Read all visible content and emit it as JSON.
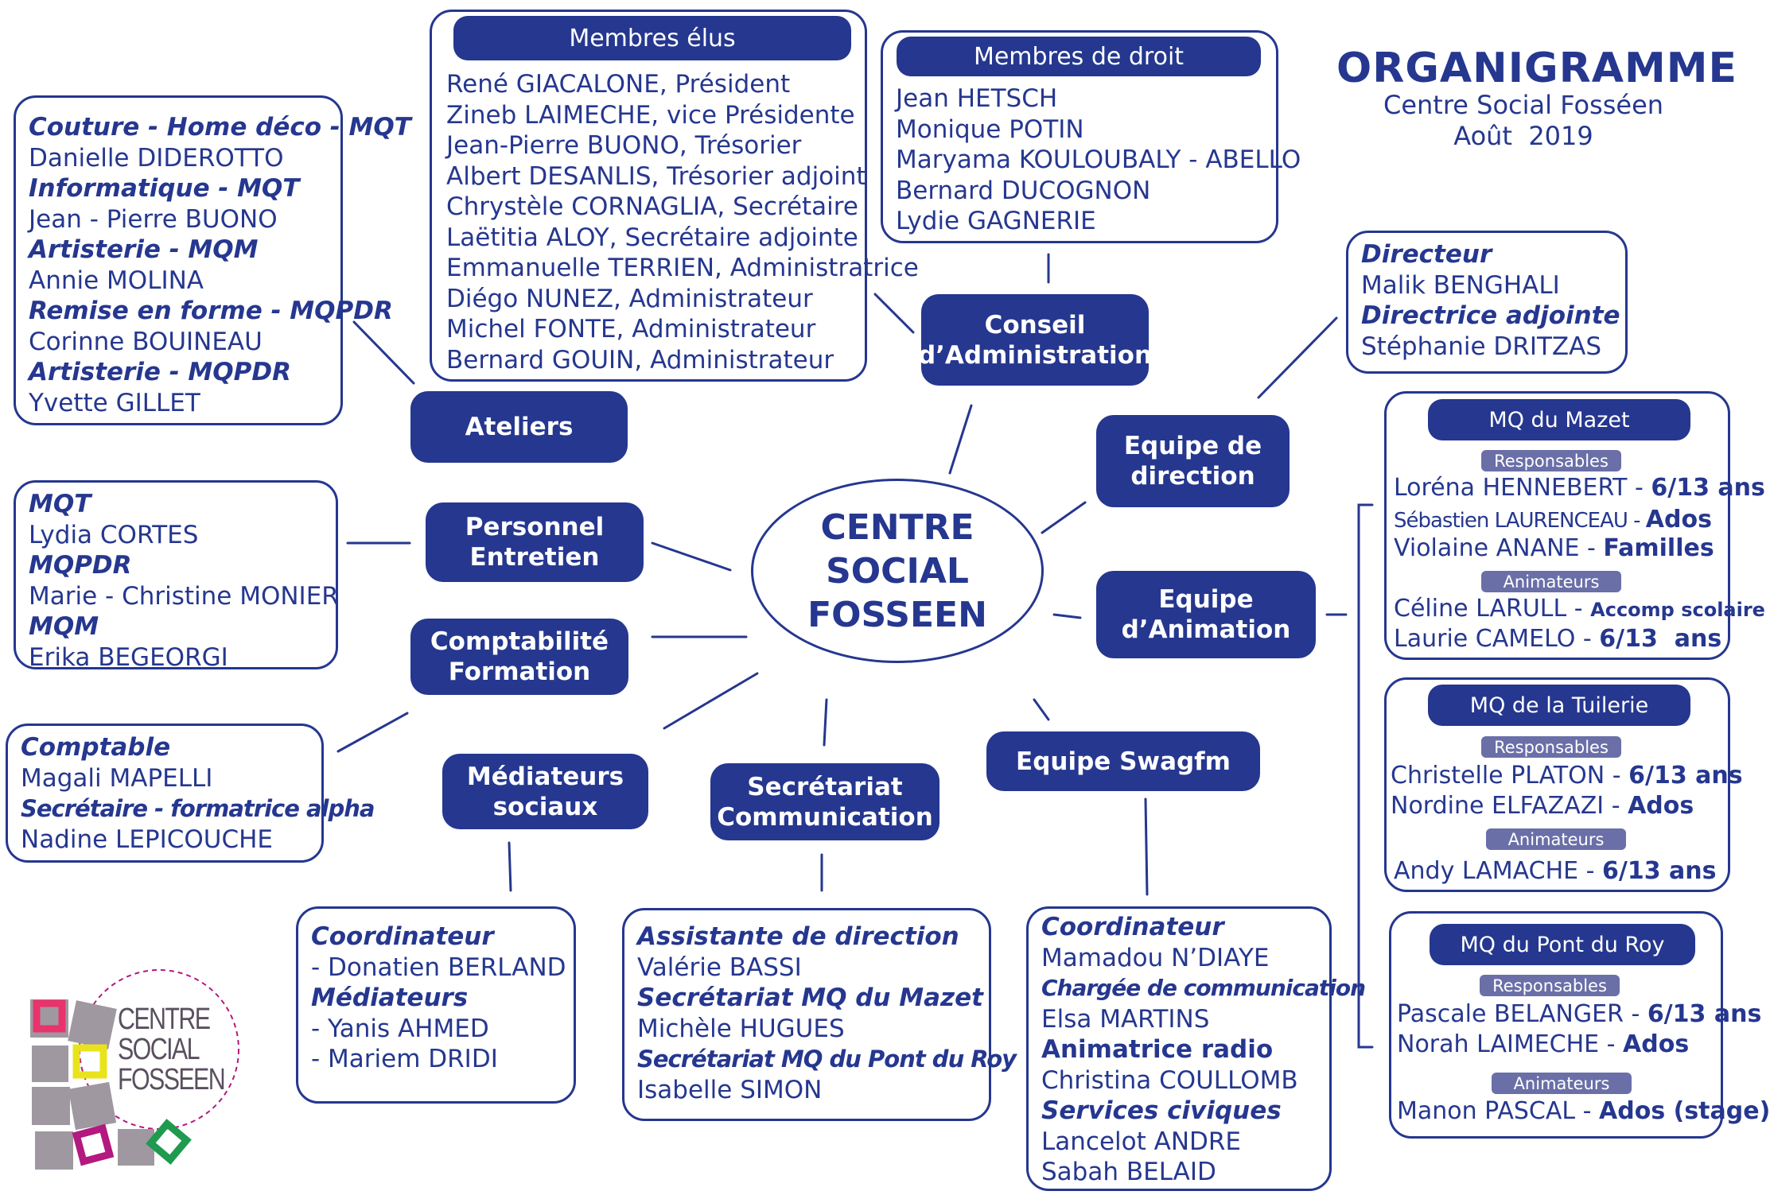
{
  "title": "ORGANIGRAMME",
  "subtitle": "Centre Social Fosséen",
  "date": "Août  2019",
  "center": [
    "CENTRE",
    "SOCIAL",
    "FOSSEEN"
  ],
  "hubs": {
    "conseil": "Conseil\nd’Administration",
    "ateliers": "Ateliers",
    "personnel": "Personnel\nEntretien",
    "comptabilite": "Comptabilité\nFormation",
    "mediateurs": "Médiateurs\nsociaux",
    "secretariat": "Secrétariat\nCommunication",
    "swag": "Equipe Swagfm",
    "animation": "Equipe\nd’Animation",
    "direction": "Equipe de\ndirection"
  },
  "membres_elus": {
    "header": "Membres élus",
    "lines": [
      "René GIACALONE, Président",
      "Zineb LAIMECHE, vice Présidente",
      "Jean-Pierre BUONO, Trésorier",
      "Albert DESANLIS, Trésorier adjoint",
      "Chrystèle CORNAGLIA, Secrétaire",
      "Laëtitia ALOY, Secrétaire adjointe",
      "Emmanuelle TERRIEN, Administratrice",
      "Diégo NUNEZ, Administrateur",
      "Michel FONTE, Administrateur",
      "Bernard GOUIN, Administrateur"
    ]
  },
  "membres_droit": {
    "header": "Membres de droit",
    "lines": [
      "Jean HETSCH",
      "Monique POTIN",
      "Maryama KOULOUBALY - ABELLO",
      "Bernard DUCOGNON",
      "Lydie GAGNERIE"
    ]
  },
  "ateliers_list": [
    "Couture - Home déco - MQT",
    "Danielle DIDEROTTO",
    "Informatique - MQT",
    "Jean - Pierre BUONO",
    "Artisterie - MQM",
    "Annie MOLINA",
    "Remise en forme - MQPDR",
    "Corinne BOUINEAU",
    "Artisterie - MQPDR",
    "Yvette GILLET"
  ],
  "entretien_list": [
    "MQT",
    "Lydia CORTES",
    "MQPDR",
    "Marie - Christine MONIER",
    "MQM",
    "Erika BEGEORGI"
  ],
  "compta_list": [
    "Comptable",
    "Magali MAPELLI",
    "Secrétaire - formatrice alpha",
    "Nadine LEPICOUCHE"
  ],
  "mediateurs_list": [
    "Coordinateur",
    "- Donatien BERLAND",
    "Médiateurs",
    "- Yanis AHMED",
    "- Mariem DRIDI"
  ],
  "secretariat_list": [
    "Assistante de direction",
    "Valérie BASSI",
    "Secrétariat MQ du Mazet",
    "Michèle HUGUES",
    "Secrétariat MQ du Pont du Roy",
    "Isabelle SIMON"
  ],
  "swag_list": [
    "Coordinateur",
    "Mamadou N’DIAYE",
    "Chargée de communication",
    "Elsa MARTINS",
    "Animatrice radio",
    "Christina COULLOMB",
    "Services civiques",
    "Lancelot ANDRE",
    "Sabah BELAID"
  ],
  "direction_list": [
    "Directeur",
    "Malik BENGHALI",
    "Directrice adjointe",
    "Stéphanie DRITZAS"
  ],
  "mq_mazet": {
    "header": "MQ du Mazet",
    "responsables": "Responsables",
    "animateurs": "Animateurs",
    "r1": {
      "name": "Loréna HENNEBERT  - ",
      "age": "6/13 ans"
    },
    "r2": {
      "name": "Sébastien LAURENCEAU - ",
      "age": "Ados"
    },
    "r3": {
      "name": "Violaine ANANE - ",
      "age": "Familles"
    },
    "a1": {
      "name": "Céline LARULL - ",
      "age": "Accomp scolaire"
    },
    "a2": {
      "name": "Laurie CAMELO - ",
      "age": "6/13  ans"
    }
  },
  "mq_tuilerie": {
    "header": "MQ de la Tuilerie",
    "responsables": "Responsables",
    "animateurs": "Animateurs",
    "r1": {
      "name": "Christelle PLATON - ",
      "age": "6/13 ans"
    },
    "r2": {
      "name": "Nordine ELFAZAZI - ",
      "age": "Ados"
    },
    "a1": {
      "name": "Andy LAMACHE - ",
      "age": "6/13 ans"
    }
  },
  "mq_pontroy": {
    "header": "MQ du Pont du Roy",
    "responsables": "Responsables",
    "animateurs": "Animateurs",
    "r1": {
      "name": "Pascale BELANGER - ",
      "age": "6/13 ans"
    },
    "r2": {
      "name": "Norah LAIMECHE - ",
      "age": "Ados"
    },
    "a1": {
      "name": "Manon PASCAL - ",
      "age": "Ados (stage)"
    }
  },
  "logo_text": [
    "CENTRE",
    "SOCIAL",
    "FOSSEEN"
  ],
  "colors": {
    "primary": "#25378f",
    "sub": "#6a6fa8",
    "logo_pink": "#e8336b",
    "logo_yellow": "#e9e31e",
    "logo_magenta": "#b3197e",
    "logo_green": "#1f9a4f",
    "logo_grey": "#9f98a1"
  }
}
